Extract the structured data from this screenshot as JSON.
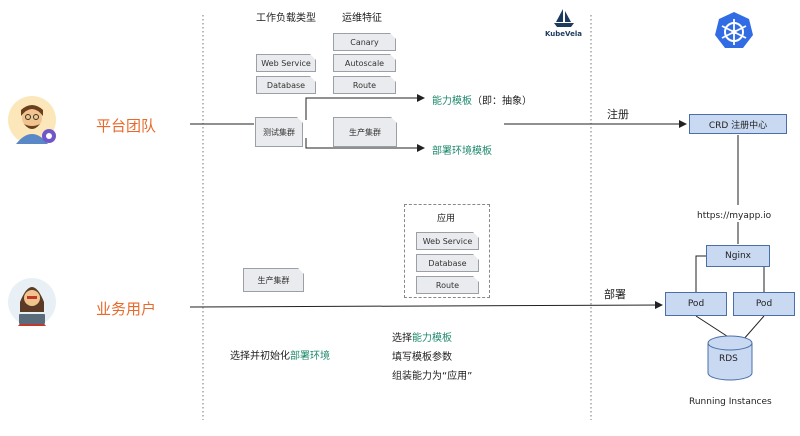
{
  "column_headers": {
    "workload_types": "工作负载类型",
    "ops_traits": "运维特征"
  },
  "workloads": [
    "Web Service",
    "Database"
  ],
  "traits": [
    "Canary",
    "Autoscale",
    "Route"
  ],
  "platform_boxes": {
    "test_cluster": "测试集群",
    "prod_cluster": "生产集群"
  },
  "actors": {
    "platform_team": "平台团队",
    "business_user": "业务用户"
  },
  "arrows": {
    "capability_template_prefix": "能力模板",
    "capability_template_suffix": "（即：抽象）",
    "deploy_env_template": "部署环境模板",
    "register": "注册",
    "deploy": "部署"
  },
  "kubevela": {
    "label": "KubeVela"
  },
  "crd_center": "CRD 注册中心",
  "app_group": {
    "title": "应用",
    "items": [
      "Web Service",
      "Database",
      "Route"
    ]
  },
  "user_prod_cluster": "生产集群",
  "user_steps": {
    "choose_env_prefix": "选择并初始化",
    "choose_env_highlight": "部署环境",
    "step1_prefix": "选择",
    "step1_highlight": "能力模板",
    "step2": "填写模板参数",
    "step3": "组装能力为“应用”"
  },
  "runtime": {
    "url": "https://myapp.io",
    "nginx": "Nginx",
    "pod_left": "Pod",
    "pod_right": "Pod",
    "rds": "RDS",
    "caption": "Running Instances"
  },
  "colors": {
    "orange": "#e8692a",
    "green": "#1e8a6c",
    "k8s_blue": "#326ce5",
    "runtime_fill": "#c9d9f2"
  }
}
